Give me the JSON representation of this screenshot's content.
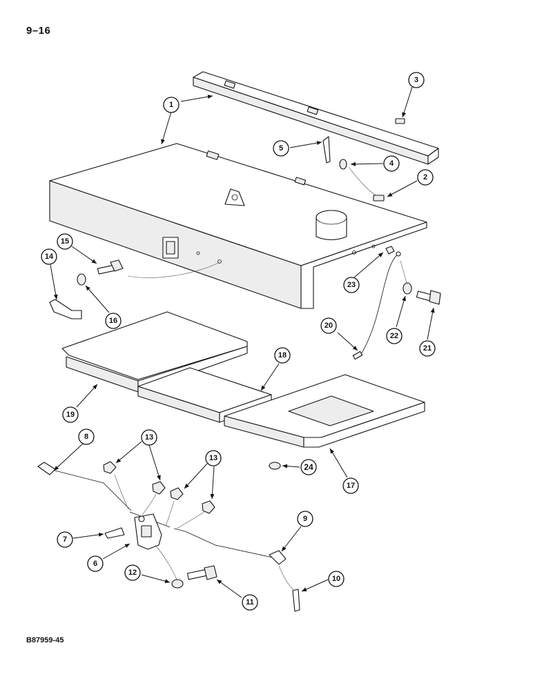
{
  "page": {
    "number": "9–16",
    "drawing_code": "B87959-45"
  },
  "callouts": [
    "1",
    "2",
    "3",
    "4",
    "5",
    "6",
    "7",
    "8",
    "9",
    "10",
    "11",
    "12",
    "13",
    "13",
    "14",
    "15",
    "16",
    "17",
    "18",
    "19",
    "20",
    "21",
    "22",
    "23",
    "24"
  ]
}
